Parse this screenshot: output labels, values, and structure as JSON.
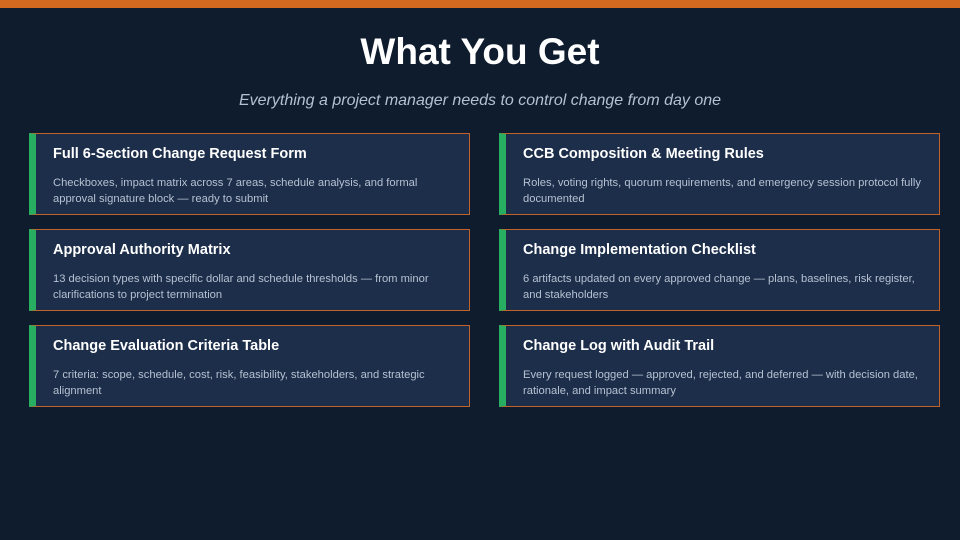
{
  "slide": {
    "title": "What You Get",
    "subtitle": "Everything a project manager needs to control change from day one"
  },
  "cards": [
    {
      "title": "Full 6-Section Change Request Form",
      "description": "Checkboxes, impact matrix across 7 areas, schedule analysis, and formal approval signature block — ready to submit"
    },
    {
      "title": "CCB Composition & Meeting Rules",
      "description": "Roles, voting rights, quorum requirements, and emergency session protocol fully documented"
    },
    {
      "title": "Approval Authority Matrix",
      "description": "13 decision types with specific dollar and schedule thresholds — from minor clarifications to project termination"
    },
    {
      "title": "Change Implementation Checklist",
      "description": "6 artifacts updated on every approved change — plans, baselines, risk register, and stakeholders"
    },
    {
      "title": "Change Evaluation Criteria Table",
      "description": "7 criteria: scope, schedule, cost, risk, feasibility, stakeholders, and strategic alignment"
    },
    {
      "title": "Change Log with Audit Trail",
      "description": "Every request logged — approved, rejected, and deferred — with decision date, rationale, and impact summary"
    }
  ],
  "colors": {
    "background": "#0f1c2e",
    "top_bar": "#d2691e",
    "card_background": "#1c2e4a",
    "card_border": "#c0622a",
    "card_accent": "#27ae60"
  }
}
